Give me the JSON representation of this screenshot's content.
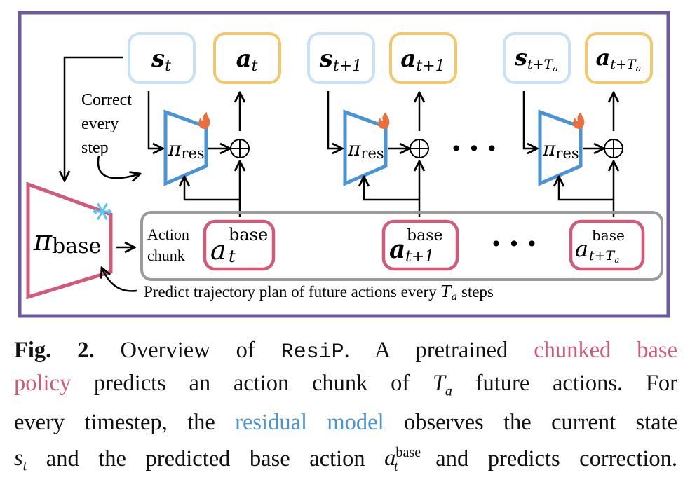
{
  "colors": {
    "frame": "#6b5a9e",
    "state_box": "#c9e1f8",
    "action_box": "#f4c869",
    "residual": "#4a94d6",
    "base": "#d1597a",
    "chunk_border": "#9a9a9a",
    "flame": "#e8703f",
    "snowflake": "#5cc4f2",
    "highlight_pink": "#cf5a73",
    "highlight_blue": "#4a94d6"
  },
  "diagram": {
    "states": [
      {
        "main": "s",
        "sub": "t"
      },
      {
        "main": "s",
        "sub": "t+1"
      },
      {
        "main": "s",
        "sub": "t+T",
        "subsub": "a"
      }
    ],
    "actions": [
      {
        "main": "a",
        "sub": "t"
      },
      {
        "main": "a",
        "sub": "t+1"
      },
      {
        "main": "a",
        "sub": "t+T",
        "subsub": "a"
      }
    ],
    "residual_label": {
      "main": "π",
      "sub": "res"
    },
    "plus_symbol": "⊕",
    "ellipsis": "• • •",
    "correct_note": [
      "Correct",
      "every",
      "step"
    ],
    "base_label": {
      "main": "π",
      "sub": "base"
    },
    "chunk_label": [
      "Action",
      "chunk"
    ],
    "base_actions": [
      {
        "main": "a",
        "sub": "t",
        "sup": "base"
      },
      {
        "main": "a",
        "sub": "t+1",
        "sup": "base"
      },
      {
        "main": "a",
        "sub": "t+T",
        "subsub": "a",
        "sup": "base"
      }
    ],
    "predict_note": {
      "before": "Predict trajectory plan of future actions every ",
      "math_main": "T",
      "math_sub": "a",
      "after": " steps"
    },
    "icons": {
      "trainable": "flame-icon",
      "frozen": "snowflake-icon"
    }
  },
  "caption": {
    "fig_label": "Fig. 2.",
    "lines": [
      {
        "parts": [
          {
            "t": "Fig. 2.",
            "s": "bold"
          },
          {
            "t": " Overview of ",
            "s": ""
          },
          {
            "t": "ResiP",
            "s": "mono"
          },
          {
            "t": ". A pretrained ",
            "s": ""
          },
          {
            "t": "chunked base",
            "s": "pink"
          }
        ]
      },
      {
        "parts": [
          {
            "t": "policy",
            "s": "pink"
          },
          {
            "t": " predicts an action chunk of ",
            "s": ""
          },
          {
            "t": "T",
            "s": "ital",
            "sub": "a"
          },
          {
            "t": " future actions. For",
            "s": ""
          }
        ]
      },
      {
        "parts": [
          {
            "t": "every timestep, the ",
            "s": ""
          },
          {
            "t": "residual model",
            "s": "blue"
          },
          {
            "t": " observes the current state",
            "s": ""
          }
        ]
      },
      {
        "parts": [
          {
            "t": "s",
            "s": "ital",
            "sub": "t"
          },
          {
            "t": " and the predicted base action ",
            "s": ""
          },
          {
            "t": "a",
            "s": "ital",
            "sub": "t",
            "sup": "base"
          },
          {
            "t": " and predicts correction.",
            "s": ""
          }
        ]
      }
    ]
  }
}
